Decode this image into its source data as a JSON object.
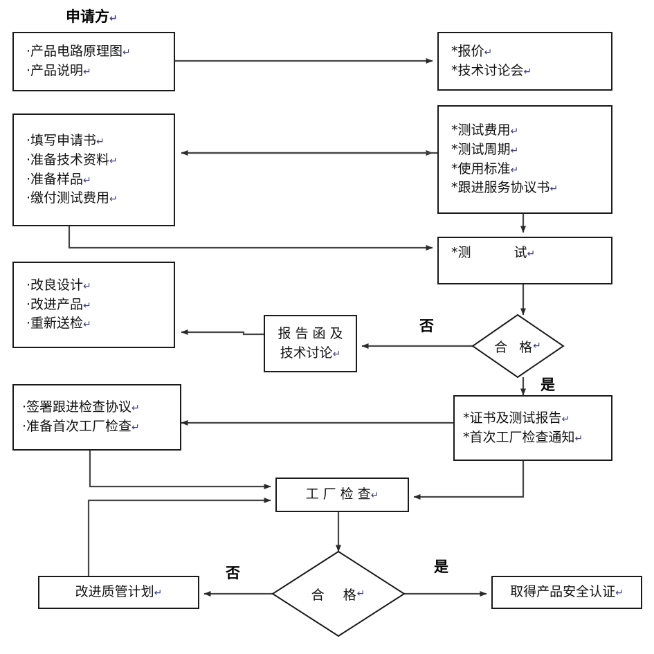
{
  "diagram": {
    "title_heading": "申请方",
    "pilcrow": "↵",
    "nodes": {
      "applicant_docs": {
        "lines": [
          "·产品电路原理图",
          "·产品说明"
        ]
      },
      "quotation": {
        "lines": [
          "*报价",
          "*技术讨论会"
        ]
      },
      "application_prep": {
        "lines": [
          "·填写申请书",
          "·准备技术资料",
          "·准备样品",
          "·缴付测试费用"
        ]
      },
      "test_terms": {
        "lines": [
          "*测试费用",
          "*测试周期",
          "*使用标准",
          "*跟进服务协议书"
        ]
      },
      "testing": {
        "label_left": "*测",
        "label_right": "试"
      },
      "redesign": {
        "lines": [
          "·改良设计",
          "·改进产品",
          "·重新送检"
        ]
      },
      "report_letter": {
        "lines": [
          "报 告 函 及",
          "技术讨论"
        ]
      },
      "certificate": {
        "lines": [
          "*证书及测试报告",
          "*首次工厂检查通知"
        ]
      },
      "followup_agreement": {
        "lines": [
          "·签署跟进检查协议",
          "·准备首次工厂检查"
        ]
      },
      "factory_inspection": {
        "label": "工 厂 检 查"
      },
      "quality_plan": {
        "label": "改进质管计划"
      },
      "certified": {
        "label": "取得产品安全认证"
      }
    },
    "decisions": {
      "qualified_test": {
        "label_left": "合",
        "label_right": "格"
      },
      "qualified_factory": {
        "label_left": "合",
        "label_right": "格"
      }
    },
    "edge_labels": {
      "test_no": "否",
      "test_yes": "是",
      "factory_no": "否",
      "factory_yes": "是"
    },
    "colors": {
      "stroke": "#1a1a1a",
      "line": "#444444",
      "text": "#111111",
      "background": "#ffffff"
    }
  }
}
